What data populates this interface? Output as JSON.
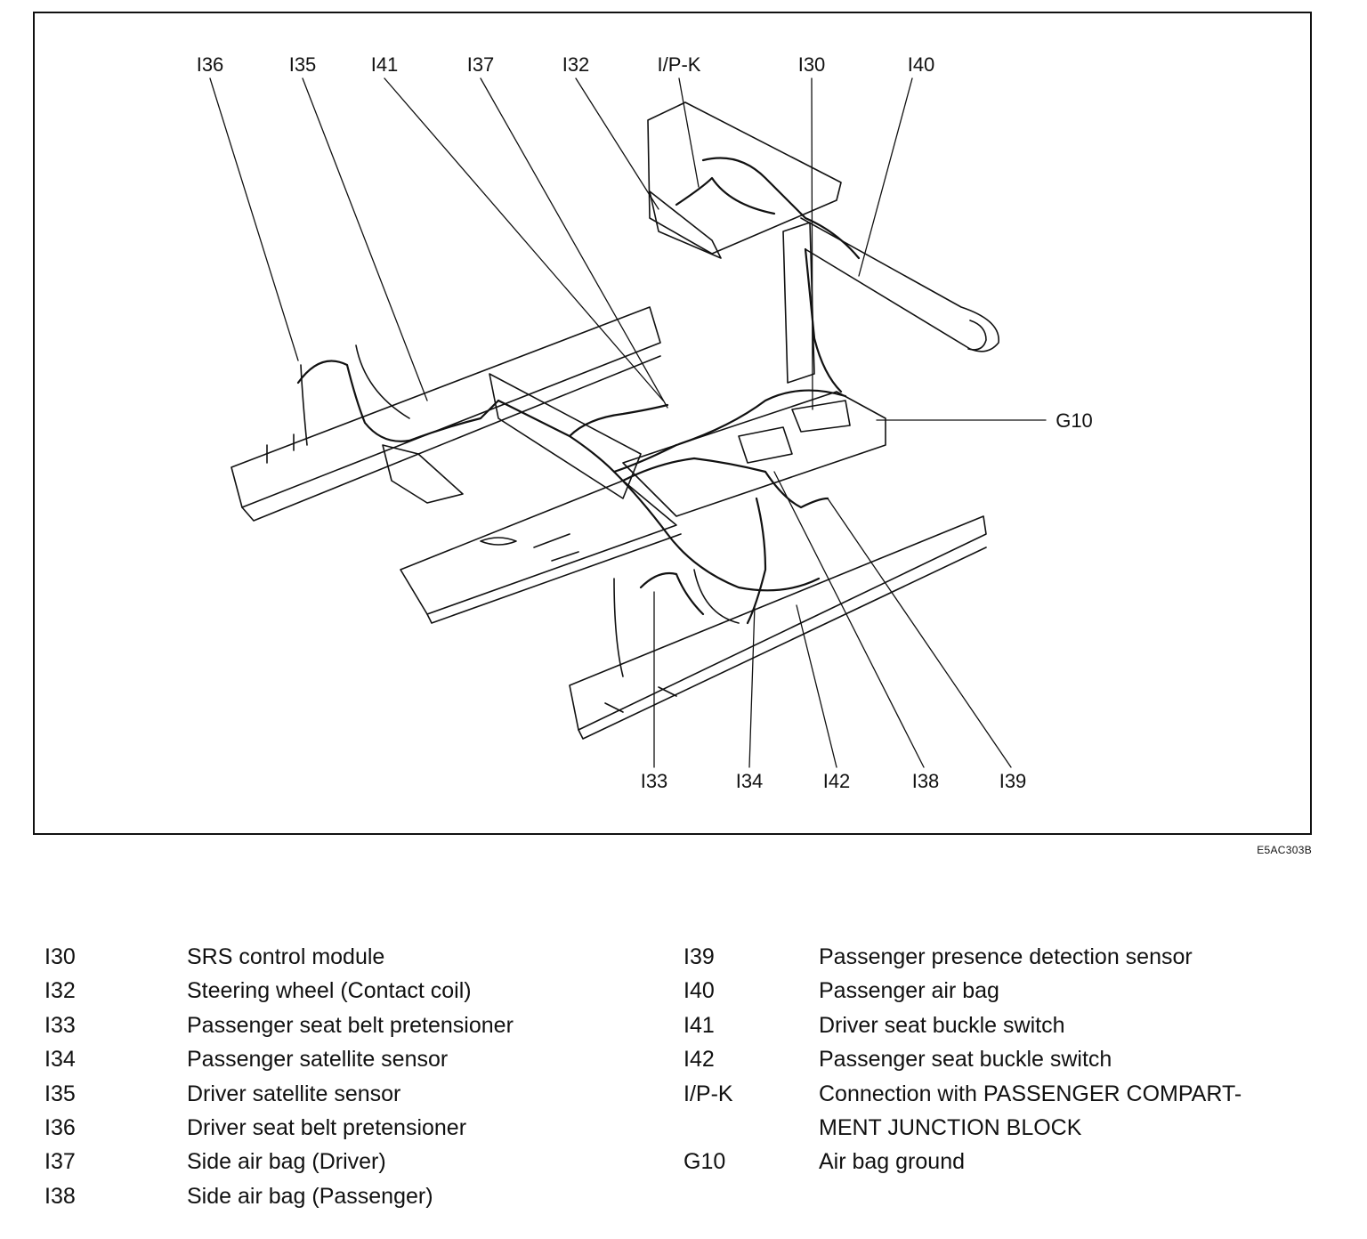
{
  "diagram": {
    "figure_code": "E5AC303B",
    "callouts": [
      {
        "id": "i36",
        "label": "I36"
      },
      {
        "id": "i35",
        "label": "I35"
      },
      {
        "id": "i41",
        "label": "I41"
      },
      {
        "id": "i37",
        "label": "I37"
      },
      {
        "id": "i32",
        "label": "I32"
      },
      {
        "id": "ipk",
        "label": "I/P-K"
      },
      {
        "id": "i30",
        "label": "I30"
      },
      {
        "id": "i40",
        "label": "I40"
      },
      {
        "id": "g10",
        "label": "G10"
      },
      {
        "id": "i33",
        "label": "I33"
      },
      {
        "id": "i34",
        "label": "I34"
      },
      {
        "id": "i42",
        "label": "I42"
      },
      {
        "id": "i38",
        "label": "I38"
      },
      {
        "id": "i39",
        "label": "I39"
      }
    ]
  },
  "legend": {
    "left": [
      {
        "code": "I30",
        "desc": "SRS control module"
      },
      {
        "code": "I32",
        "desc": "Steering wheel (Contact coil)"
      },
      {
        "code": "I33",
        "desc": "Passenger seat belt pretensioner"
      },
      {
        "code": "I34",
        "desc": "Passenger satellite sensor"
      },
      {
        "code": "I35",
        "desc": "Driver satellite sensor"
      },
      {
        "code": "I36",
        "desc": "Driver seat belt pretensioner"
      },
      {
        "code": "I37",
        "desc": "Side air bag (Driver)"
      },
      {
        "code": "I38",
        "desc": "Side air bag (Passenger)"
      }
    ],
    "right": [
      {
        "code": "I39",
        "desc": "Passenger presence detection sensor"
      },
      {
        "code": "I40",
        "desc": "Passenger air bag"
      },
      {
        "code": "I41",
        "desc": "Driver seat buckle switch"
      },
      {
        "code": "I42",
        "desc": "Passenger seat buckle switch"
      },
      {
        "code": "I/P-K",
        "desc": "Connection with PASSENGER COMPART-"
      },
      {
        "code": "",
        "desc": "MENT JUNCTION BLOCK"
      },
      {
        "code": "G10",
        "desc": "Air bag ground"
      }
    ]
  }
}
